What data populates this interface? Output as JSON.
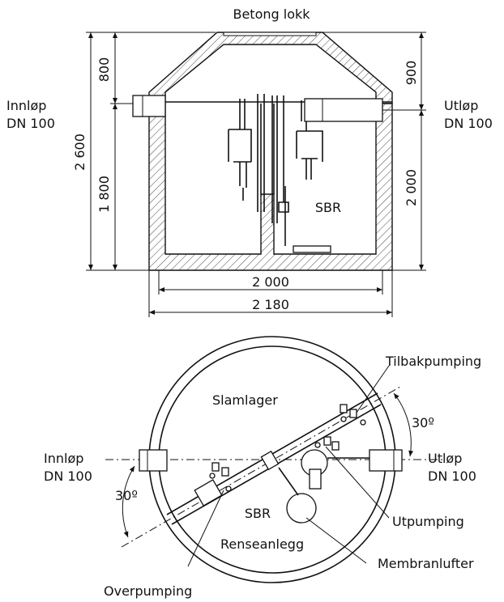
{
  "section": {
    "lid_label": "Betong lokk",
    "inlet_label_1": "Innløp",
    "inlet_label_2": "DN 100",
    "outlet_label_1": "Utløp",
    "outlet_label_2": "DN 100",
    "chamber_label": "SBR",
    "dim_total_height": "2 600",
    "dim_top_left": "800",
    "dim_bottom_left": "1 800",
    "dim_top_right": "900",
    "dim_bottom_right": "2 000",
    "dim_inner_width": "2 000",
    "dim_outer_width": "2 180"
  },
  "plan": {
    "inlet_label_1": "Innløp",
    "inlet_label_2": "DN 100",
    "outlet_label_1": "Utløp",
    "outlet_label_2": "DN 100",
    "sludge_label": "Slamlager",
    "sbr_label": "SBR",
    "plant_label": "Renseanlegg",
    "return_pump_label": "Tilbakpumping",
    "angle_right": "30º",
    "angle_left": "30º",
    "outpump_label": "Utpumping",
    "membrane_label": "Membranlufter",
    "overpump_label": "Overpumping"
  }
}
